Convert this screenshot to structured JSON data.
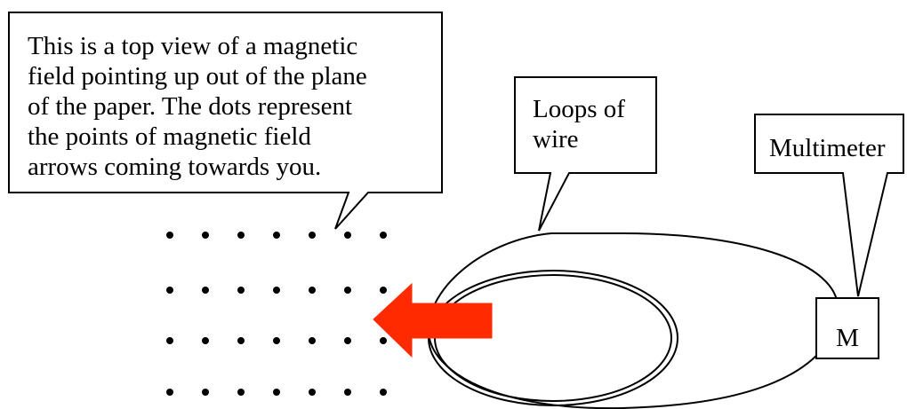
{
  "callouts": {
    "field_description": "This is a top view of a magnetic\nfield pointing up out of the plane\nof the paper. The dots represent\nthe points of magnetic field\narrows coming towards you.",
    "loops": "Loops of\nwire",
    "meter_label": "Multimeter"
  },
  "meter": {
    "symbol": "M"
  },
  "field_dots": {
    "rows": 4,
    "columns": 7
  },
  "colors": {
    "arrow": "#ff2a00",
    "ink": "#000000"
  },
  "icons": {
    "arrow": "left-arrow-icon"
  }
}
